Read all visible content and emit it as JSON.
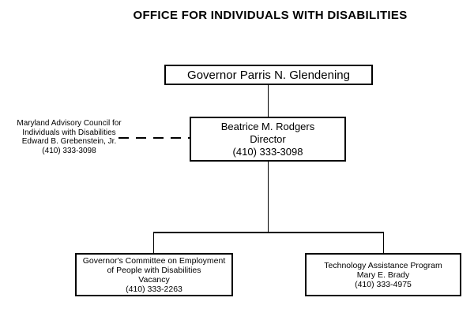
{
  "title": "OFFICE FOR INDIVIDUALS WITH DISABILITIES",
  "nodes": {
    "governor": {
      "lines": [
        "Governor Parris N. Glendening"
      ]
    },
    "director": {
      "lines": [
        "Beatrice M. Rodgers",
        "Director",
        "(410) 333-3098"
      ]
    },
    "advisory_council": {
      "lines": [
        "Maryland Advisory Council for",
        "Individuals with Disabilities",
        "Edward B. Grebenstein, Jr.",
        "(410) 333-3098"
      ]
    },
    "governors_committee": {
      "lines": [
        "Governor's Committee on Employment",
        "of People with Disabilities",
        "Vacancy",
        "(410) 333-2263"
      ]
    },
    "tech_assistance": {
      "lines": [
        "Technology Assistance Program",
        "Mary E. Brady",
        "(410) 333-4975"
      ]
    }
  },
  "colors": {
    "background": "#ffffff",
    "text": "#000000",
    "line": "#000000"
  }
}
